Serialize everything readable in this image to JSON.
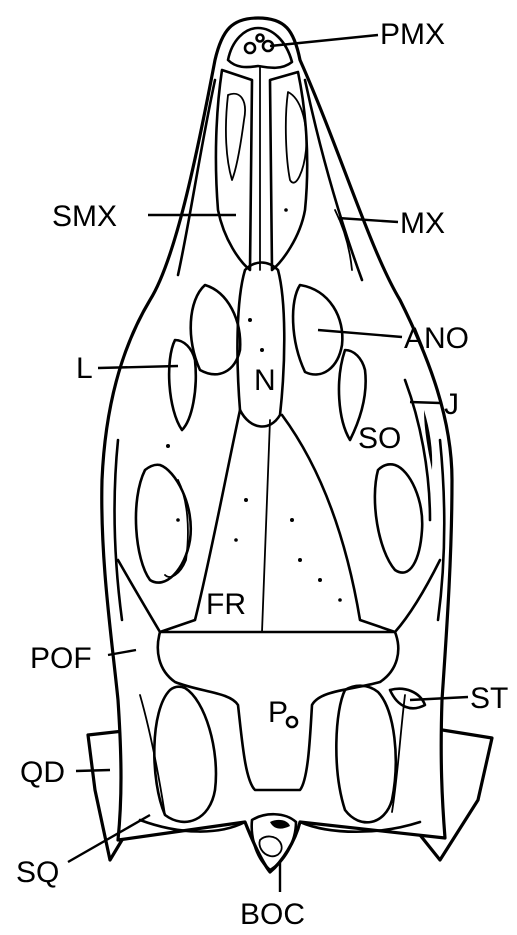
{
  "labels": {
    "pmx": "PMX",
    "smx": "SMX",
    "mx": "MX",
    "ano": "ANO",
    "l": "L",
    "n": "N",
    "j": "J",
    "so": "SO",
    "fr": "FR",
    "pof": "POF",
    "p": "P",
    "st": "ST",
    "qd": "QD",
    "sq": "SQ",
    "boc": "BOC"
  },
  "colors": {
    "ink": "#000000",
    "paper": "#ffffff"
  }
}
